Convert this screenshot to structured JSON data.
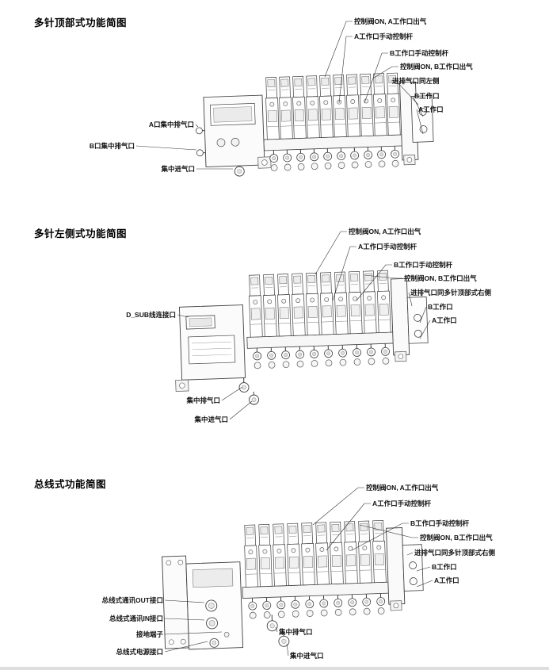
{
  "colors": {
    "line": "#3f3f3f",
    "text": "#000000",
    "fill_light": "#f0f0f0"
  },
  "sections": [
    {
      "id": "multi-pin-top",
      "title": "多针顶部式功能简图",
      "right_labels": [
        "控制阀ON, A工作口出气",
        "A工作口手动控制杆",
        "B工作口手动控制杆",
        "控制阀ON, B工作口出气",
        "进排气口同左侧",
        "B工作口",
        "A工作口"
      ],
      "left_labels": [
        "A口集中排气口",
        "B口集中排气口",
        "集中进气口"
      ]
    },
    {
      "id": "multi-pin-left",
      "title": "多针左侧式功能简图",
      "right_labels": [
        "控制阀ON, A工作口出气",
        "A工作口手动控制杆",
        "B工作口手动控制杆",
        "控制阀ON, B工作口出气",
        "进排气口同多针顶部式右侧",
        "B工作口",
        "A工作口"
      ],
      "left_labels": [
        "D_SUB线连接口"
      ],
      "bottom_labels": [
        "集中排气口",
        "集中进气口"
      ]
    },
    {
      "id": "bus-type",
      "title": "总线式功能简图",
      "right_labels": [
        "控制阀ON, A工作口出气",
        "A工作口手动控制杆",
        "B工作口手动控制杆",
        "控制阀ON, B工作口出气",
        "进排气口同多针顶部式右侧",
        "B工作口",
        "A工作口"
      ],
      "left_labels": [
        "总线式通讯OUT接口",
        "总线式通讯IN接口",
        "接地端子",
        "总线式电源接口"
      ],
      "bottom_labels": [
        "集中排气口",
        "集中进气口"
      ]
    }
  ]
}
